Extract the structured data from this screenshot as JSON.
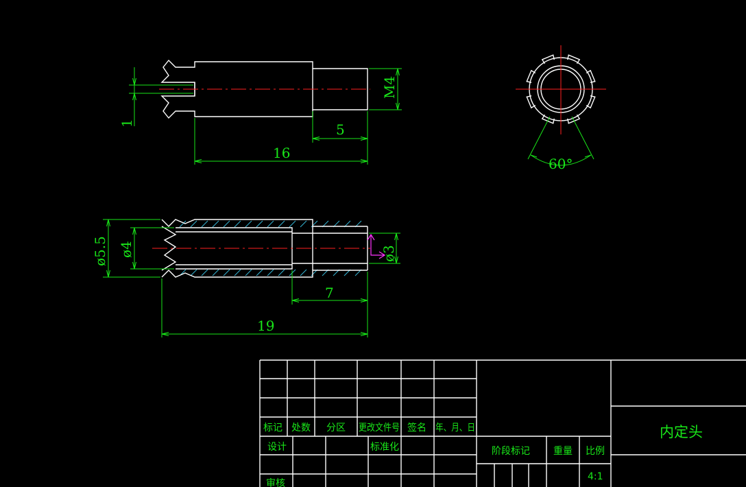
{
  "dimensions": {
    "front_length": "16",
    "front_neck": "5",
    "slot_width": "1",
    "thread": "M4",
    "angle": "60°",
    "section_outer_dia": "ø5.5",
    "section_inner_dia": "ø4",
    "section_bore": "ø3",
    "section_bore_depth": "7",
    "section_length": "19"
  },
  "title_block": {
    "headers": {
      "mark": "标记",
      "count": "处数",
      "zone": "分区",
      "doc_no": "更改文件号",
      "signature": "签名",
      "date": "年、月、日"
    },
    "design": "设计",
    "standardize": "标准化",
    "review": "审核",
    "stage_mark": "阶段标记",
    "weight": "重量",
    "scale_label": "比例",
    "scale_value": "4:1",
    "part_name": "内定头"
  },
  "colors": {
    "background": "#000000",
    "outline": "#ffffff",
    "dimension": "#19e619",
    "centerline": "#ff2020",
    "hatch": "#35b6d6",
    "ucs_marker": "#ff33ff"
  }
}
